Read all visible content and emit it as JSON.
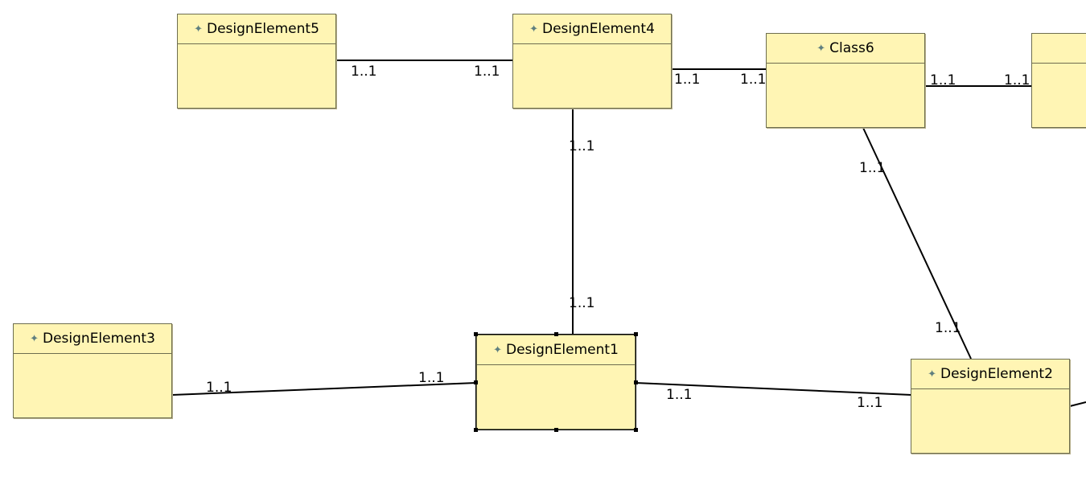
{
  "diagram": {
    "nodes": [
      {
        "id": "de5",
        "label": "DesignElement5",
        "icon": "class-icon"
      },
      {
        "id": "de4",
        "label": "DesignElement4",
        "icon": "class-icon"
      },
      {
        "id": "class6",
        "label": "Class6",
        "icon": "class-icon"
      },
      {
        "id": "unnamed",
        "label": "",
        "icon": "class-icon"
      },
      {
        "id": "de3",
        "label": "DesignElement3",
        "icon": "class-icon"
      },
      {
        "id": "de1",
        "label": "DesignElement1",
        "icon": "class-icon",
        "selected": true
      },
      {
        "id": "de2",
        "label": "DesignElement2",
        "icon": "class-icon"
      }
    ],
    "edges": [
      {
        "from": "de5",
        "to": "de4",
        "source_multiplicity": "1..1",
        "target_multiplicity": "1..1"
      },
      {
        "from": "de4",
        "to": "class6",
        "source_multiplicity": "1..1",
        "target_multiplicity": "1..1"
      },
      {
        "from": "class6",
        "to": "unnamed",
        "source_multiplicity": "1..1",
        "target_multiplicity": "1..1"
      },
      {
        "from": "de4",
        "to": "de1",
        "source_multiplicity": "1..1",
        "target_multiplicity": "1..1"
      },
      {
        "from": "class6",
        "to": "de2",
        "source_multiplicity": "1..1",
        "target_multiplicity": "1..1"
      },
      {
        "from": "de3",
        "to": "de1",
        "source_multiplicity": "1..1",
        "target_multiplicity": "1..1"
      },
      {
        "from": "de1",
        "to": "de2",
        "source_multiplicity": "1..1",
        "target_multiplicity": "1..1"
      },
      {
        "from": "de2",
        "to": "offscreen",
        "source_multiplicity": "",
        "target_multiplicity": ""
      }
    ]
  }
}
